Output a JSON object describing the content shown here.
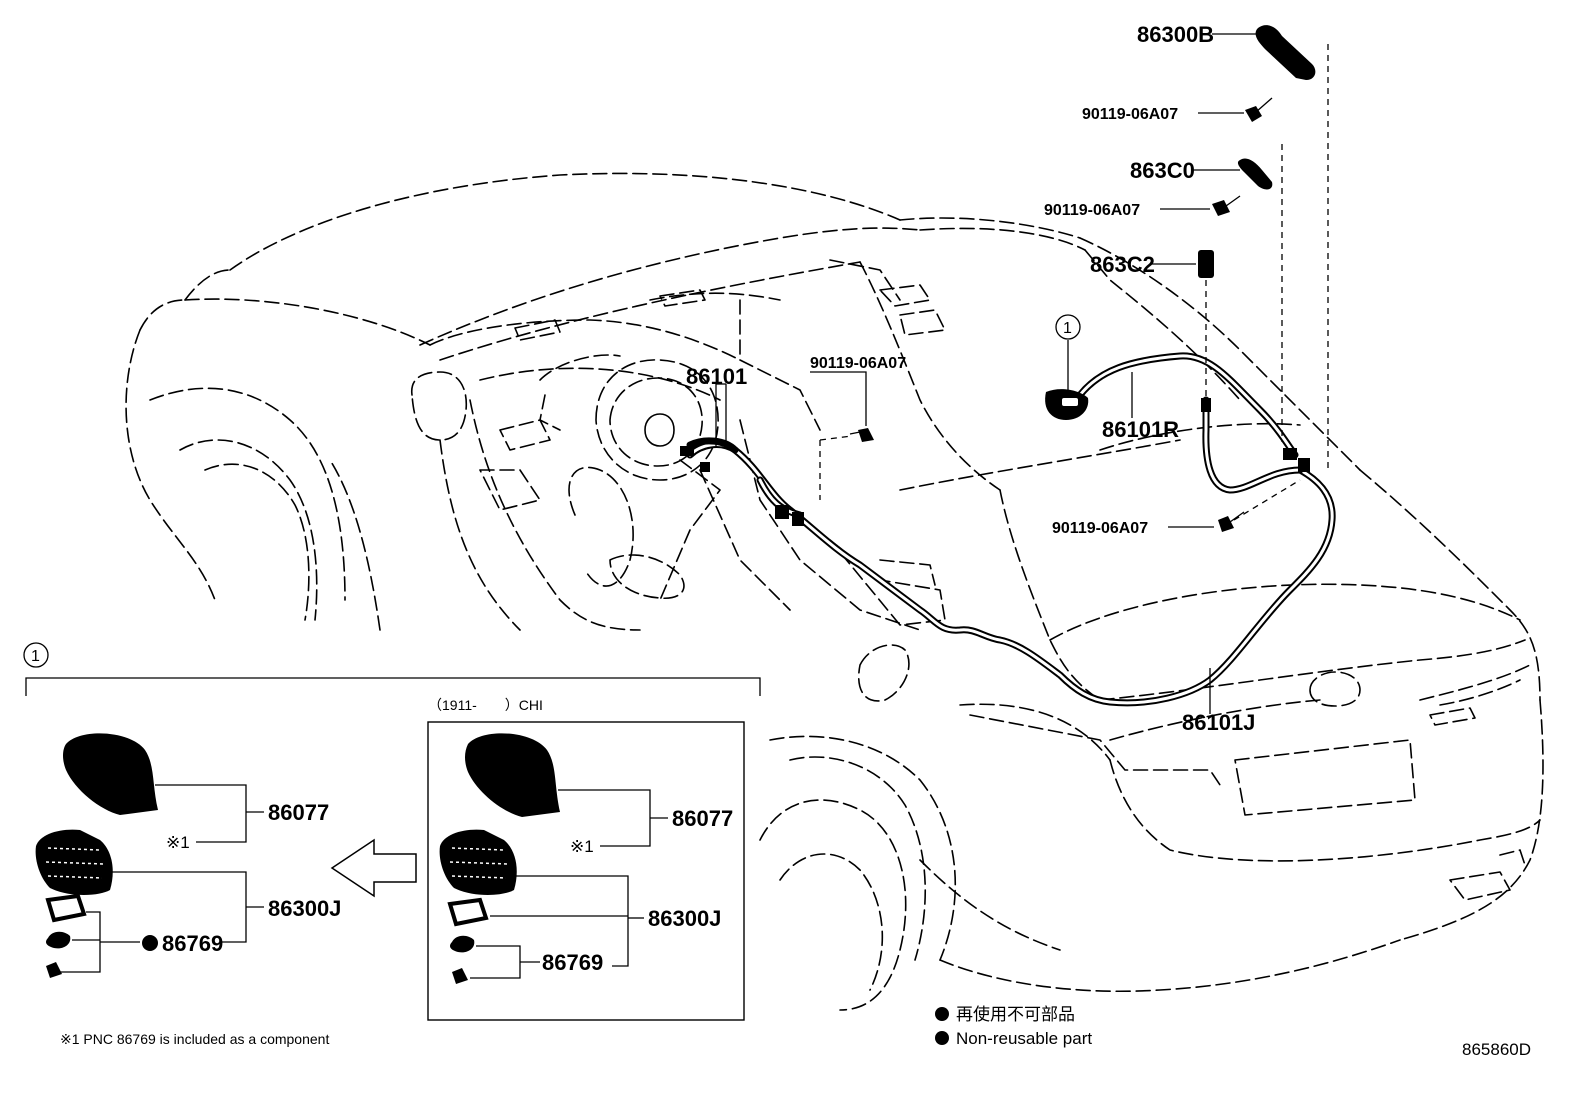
{
  "parts": {
    "p86300B": "86300B",
    "p90119_a": "90119-06A07",
    "p863C0": "863C0",
    "p90119_b": "90119-06A07",
    "p863C2": "863C2",
    "p86101": "86101",
    "p90119_c": "90119-06A07",
    "p86101R": "86101R",
    "p90119_d": "90119-06A07",
    "p86101J": "86101J"
  },
  "callout": {
    "marker": "1",
    "marker_inset": "1",
    "left": {
      "p86077": "86077",
      "note_ref": "※1",
      "p86300J": "86300J",
      "p86769": "86769"
    },
    "right": {
      "header": "（1911-　　）CHI",
      "p86077": "86077",
      "note_ref": "※1",
      "p86300J": "86300J",
      "p86769": "86769"
    }
  },
  "legend": {
    "jp": "再使用不可部品",
    "en": "Non-reusable part"
  },
  "footnote": "※1 PNC 86769 is included as a component",
  "diagram_code": "865860D"
}
